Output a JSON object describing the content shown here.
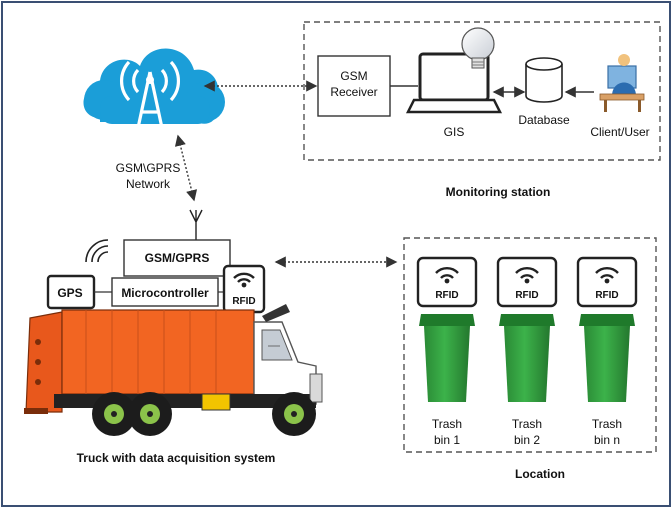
{
  "network": {
    "line1": "GSM\\GPRS",
    "line2": "Network"
  },
  "monitoring": {
    "title": "Monitoring station",
    "gsm_receiver_line1": "GSM",
    "gsm_receiver_line2": "Receiver",
    "gis": "GIS",
    "database": "Database",
    "client": "Client/User"
  },
  "truck": {
    "gsm_gprs": "GSM/GPRS",
    "gps": "GPS",
    "microcontroller": "Microcontroller",
    "rfid": "RFID",
    "caption": "Truck with data acquisition system"
  },
  "location": {
    "title": "Location",
    "bins": [
      {
        "rfid": "RFID",
        "line1": "Trash",
        "line2": "bin 1"
      },
      {
        "rfid": "RFID",
        "line1": "Trash",
        "line2": "bin 2"
      },
      {
        "rfid": "RFID",
        "line1": "Trash",
        "line2": "bin n"
      }
    ]
  },
  "colors": {
    "cloud": "#1b9ed8",
    "truck_body": "#f26522",
    "bin_green": "#2e9b3c",
    "frame_border": "#3a4f73"
  }
}
